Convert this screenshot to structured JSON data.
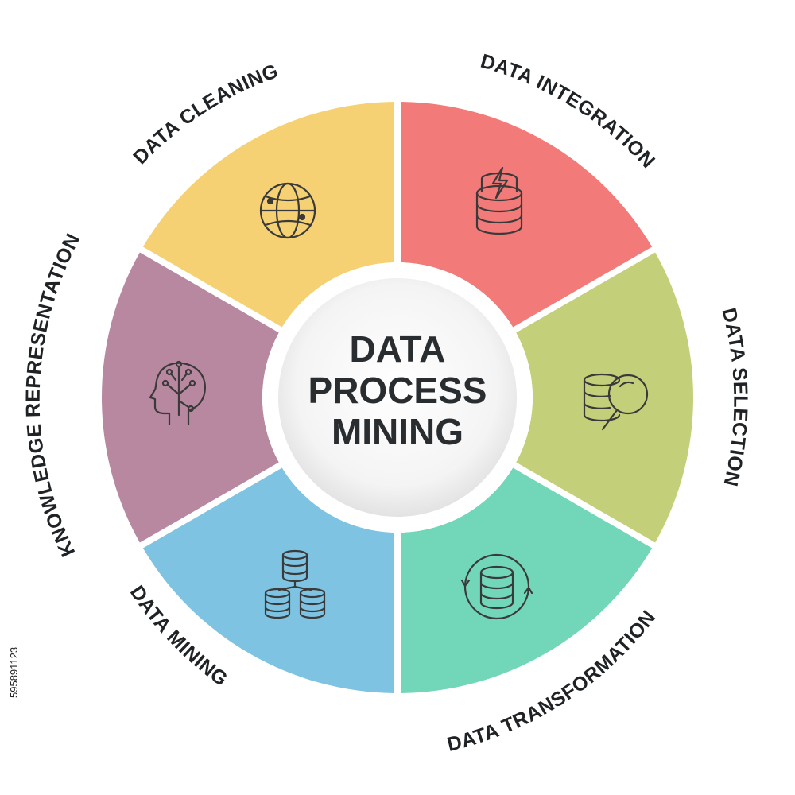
{
  "center": {
    "lines": [
      "DATA",
      "PROCESS",
      "MINING"
    ]
  },
  "segments": [
    {
      "label": "DATA INTEGRATION",
      "color": "#f27a78",
      "icon": "database-lightning-icon"
    },
    {
      "label": "DATA SELECTION",
      "color": "#c4cf7a",
      "icon": "database-search-icon"
    },
    {
      "label": "DATA TRANSFORMATION",
      "color": "#72d6b8",
      "icon": "database-sync-icon"
    },
    {
      "label": "DATA MINING",
      "color": "#7ec4e2",
      "icon": "stacked-databases-icon"
    },
    {
      "label": "KNOWLEDGE REPRESENTATION",
      "color": "#b7889f",
      "icon": "ai-head-icon"
    },
    {
      "label": "DATA CLEANING",
      "color": "#f6d173",
      "icon": "globe-icon"
    }
  ],
  "stock_id": "595891123"
}
